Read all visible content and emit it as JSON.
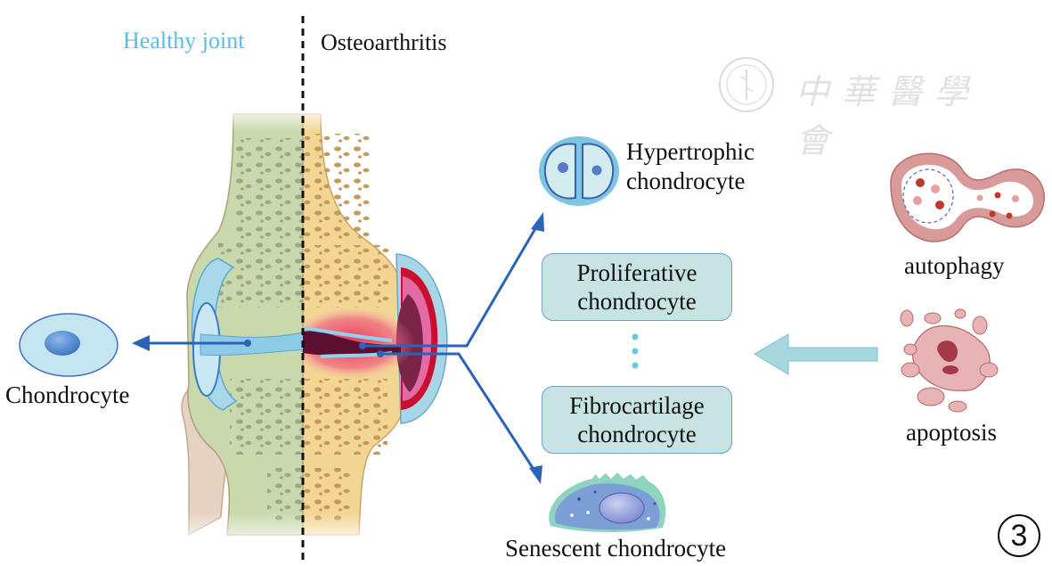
{
  "header": {
    "healthy_label": "Healthy joint",
    "oa_label": "Osteoarthritis"
  },
  "watermark": {
    "text": "中華醫學會",
    "emblem": "chinese-medical-association-emblem"
  },
  "cells": {
    "chondrocyte": "Chondrocyte",
    "hypertrophic": [
      "Hypertrophic",
      "chondrocyte"
    ],
    "proliferative": [
      "Proliferative",
      "chondrocyte"
    ],
    "fibrocartilage": [
      "Fibrocartilage",
      "chondrocyte"
    ],
    "senescent": "Senescent chondrocyte"
  },
  "processes": {
    "autophagy": "autophagy",
    "apoptosis": "apoptosis"
  },
  "panel_number": "3",
  "colors": {
    "healthy_text": "#5bbde4",
    "arrow_blue": "#2a63b8",
    "box_fill": "#c7e4e2",
    "box_border": "#6f9fc4",
    "healthy_bone": "#c8d9ad",
    "oa_bone": "#f3d594",
    "cartilage": "#a8d8ea",
    "inflammation": "#e8285a",
    "big_arrow": "#a8d8df"
  }
}
